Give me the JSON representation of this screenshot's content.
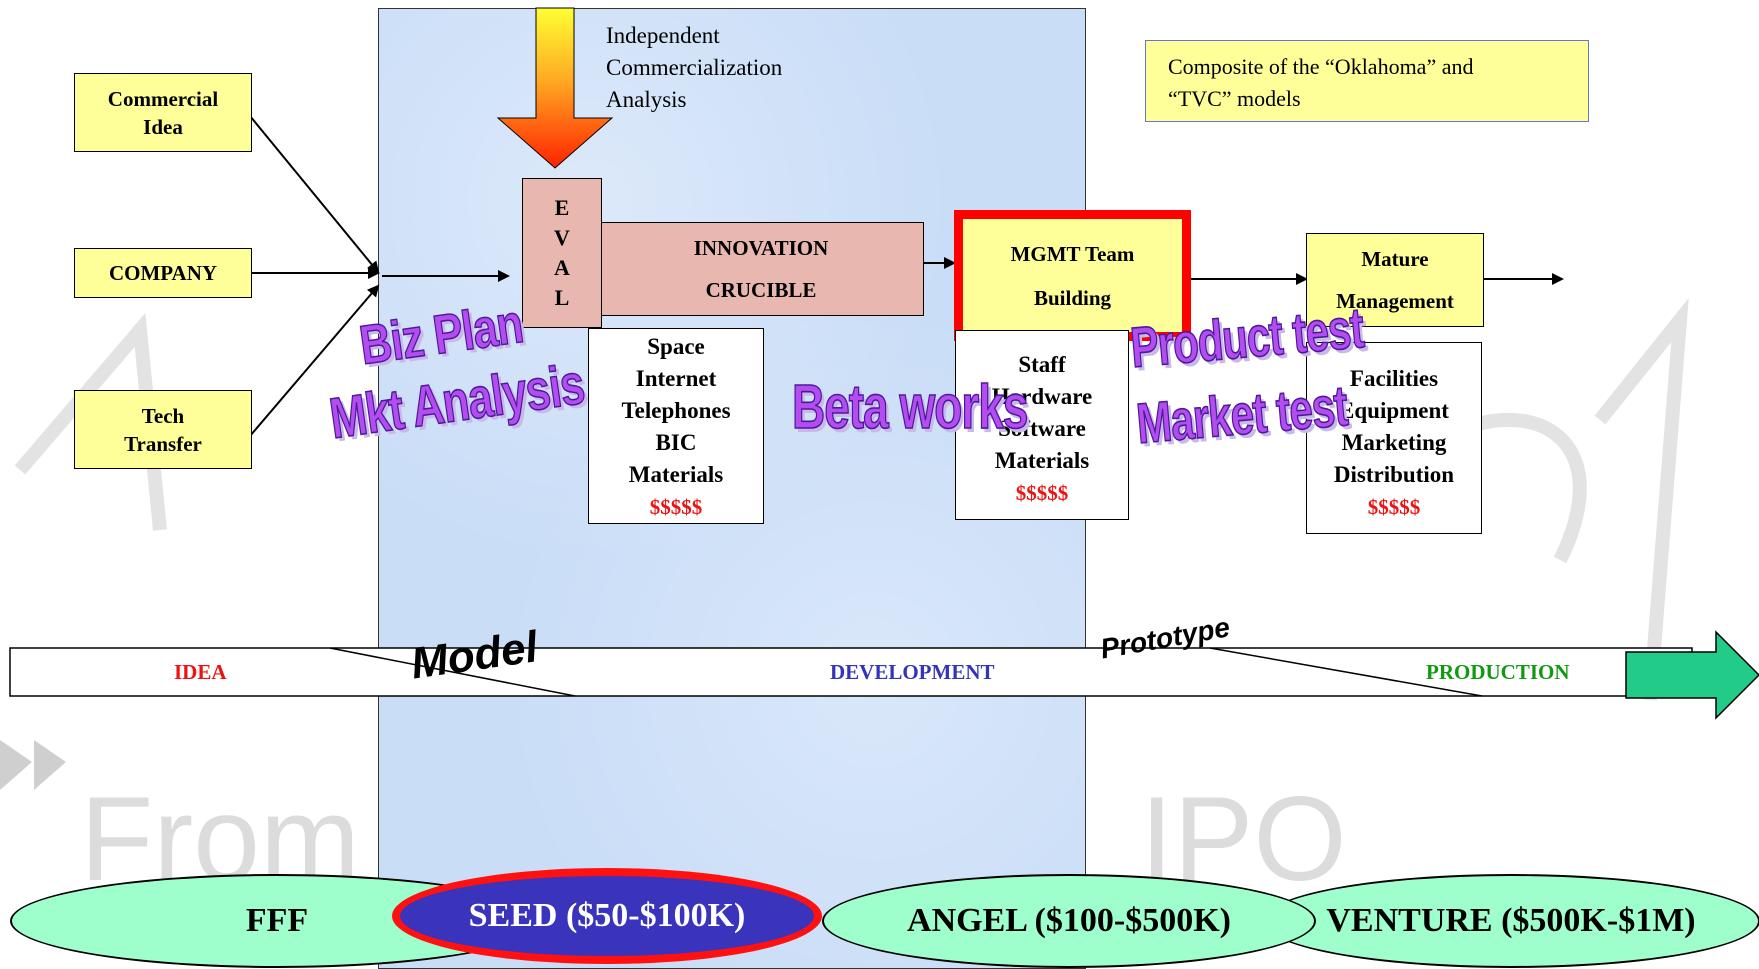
{
  "watermark": {
    "text": "From",
    "text2": "IPO"
  },
  "top_note": [
    "Independent",
    "Commercialization",
    "Analysis"
  ],
  "composite_note": [
    "Composite of the “Oklahoma” and",
    "“TVC” models"
  ],
  "sources": [
    {
      "lines": [
        "Commercial",
        "Idea"
      ]
    },
    {
      "lines": [
        "COMPANY"
      ]
    },
    {
      "lines": [
        "Tech",
        "Transfer"
      ]
    }
  ],
  "eval": {
    "letters": [
      "E",
      "V",
      "A",
      "L"
    ]
  },
  "crucible": {
    "line1": "INNOVATION",
    "line2": "CRUCIBLE"
  },
  "mgmt": {
    "line1": "MGMT Team",
    "line2": "Building"
  },
  "mature": {
    "line1": "Mature",
    "line2": "Management"
  },
  "resources": [
    {
      "items": [
        "Space",
        "Internet",
        "Telephones",
        "BIC",
        "Materials"
      ],
      "cost": "$$$$$"
    },
    {
      "items": [
        "Staff",
        "Hardware",
        "Software",
        "Materials"
      ],
      "cost": "$$$$$"
    },
    {
      "items": [
        "Facilities",
        "Equipment",
        "Marketing",
        "Distribution"
      ],
      "cost": "$$$$$"
    }
  ],
  "wordart": {
    "biz_plan": "Biz Plan",
    "mkt_analysis": "Mkt Analysis",
    "beta_works": "Beta works",
    "product_test": "Product test",
    "market_test": "Market test"
  },
  "timeline": {
    "idea": "IDEA",
    "development": "DEVELOPMENT",
    "production": "PRODUCTION",
    "model": "Model",
    "prototype": "Prototype"
  },
  "funding": [
    "FFF",
    "SEED ($50-$100K)",
    "ANGEL ($100-$500K)",
    "VENTURE ($500K-$1M)"
  ],
  "colors": {
    "panel": "#c9ddf7",
    "yellow_box": "#ffff99",
    "eval_box": "#e8b8b0",
    "highlight_red": "#ff0000",
    "idea": "#ee1111",
    "development": "#3333bb",
    "production": "#119911",
    "funding_ellipse": "#9fffcc",
    "seed_fill": "#3a33bb",
    "timeline_arrow": "#22cc88"
  }
}
